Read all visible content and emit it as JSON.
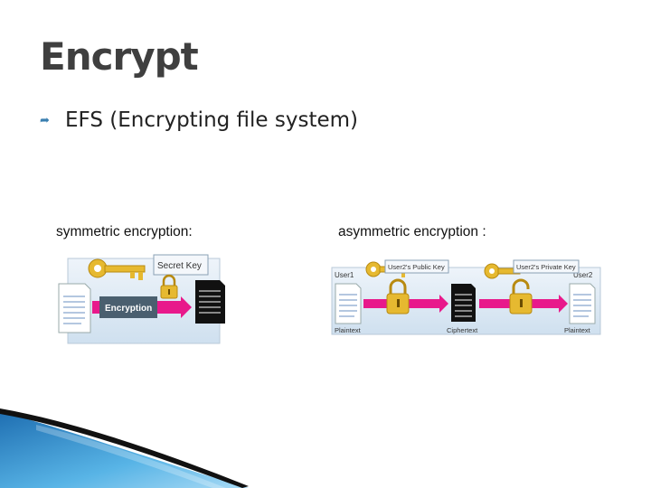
{
  "slide": {
    "title": "Encrypt",
    "bullet": "EFS (Encrypting file system)",
    "bullet_icon": "arrow-bullet-icon"
  },
  "symmetric": {
    "caption": "symmetric encryption:",
    "secret_key_label": "Secret Key",
    "process_label": "Encryption"
  },
  "asymmetric": {
    "caption": "asymmetric encryption :",
    "user1_label": "User1",
    "user2_label": "User2",
    "public_key_label": "User2's Public Key",
    "private_key_label": "User2's Private Key",
    "plaintext_left": "Plaintext",
    "ciphertext": "Ciphertext",
    "plaintext_right": "Plaintext"
  },
  "colors": {
    "accent_arrow": "#e8198b",
    "key_gold": "#e6b930",
    "panel_bg": "#dce9f4",
    "corner_blue": "#2b8fd0"
  }
}
